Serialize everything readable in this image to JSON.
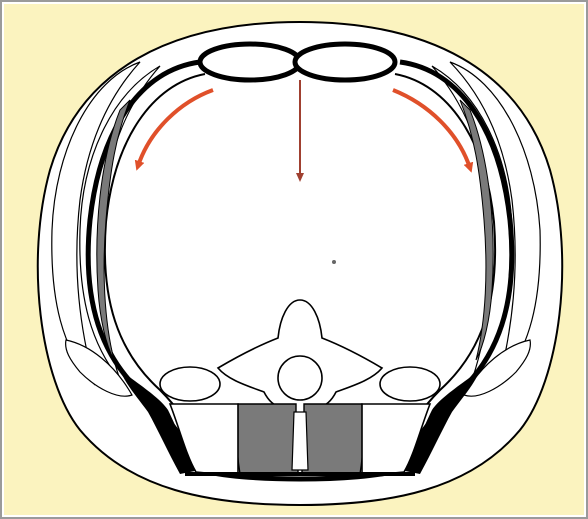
{
  "figure": {
    "type": "anatomical-cross-section",
    "background_color": "#fbf3bf",
    "outline_color": "#000000",
    "fill_color": "#ffffff",
    "muscle_shade_color": "#7a7a7a",
    "arrow_color": "#e0502a",
    "center_arrow_color": "#a04030",
    "arrows": [
      {
        "name": "left-curved-arrow",
        "direction": "down-left"
      },
      {
        "name": "center-down-arrow",
        "direction": "down"
      },
      {
        "name": "right-curved-arrow",
        "direction": "down-right"
      }
    ],
    "labels": []
  }
}
